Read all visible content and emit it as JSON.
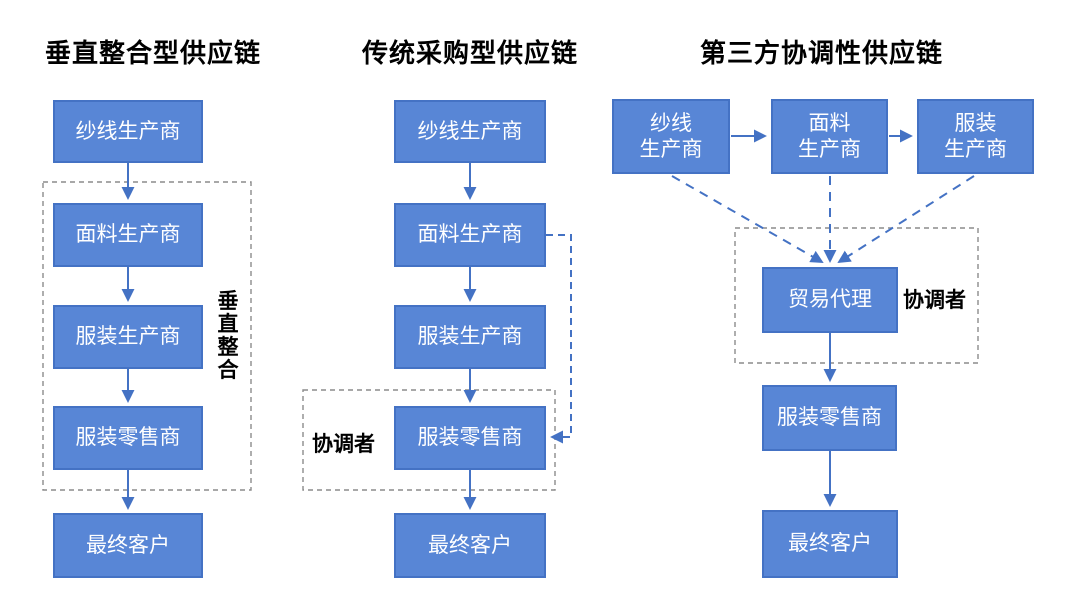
{
  "colors": {
    "box_fill": "#5886d6",
    "box_border": "#4472c4",
    "arrow": "#4472c4",
    "dashed_frame": "#8c8c8c",
    "box_text": "#ffffff",
    "label_text": "#000000"
  },
  "chain1": {
    "title": "垂直整合型供应链",
    "boxes": [
      "纱线生产商",
      "面料生产商",
      "服装生产商",
      "服装零售商",
      "最终客户"
    ],
    "frame_label": "垂直整合"
  },
  "chain2": {
    "title": "传统采购型供应链",
    "boxes": [
      "纱线生产商",
      "面料生产商",
      "服装生产商",
      "服装零售商",
      "最终客户"
    ],
    "frame_label": "协调者"
  },
  "chain3": {
    "title": "第三方协调性供应链",
    "top_boxes": [
      "纱线\n生产商",
      "面料\n生产商",
      "服装\n生产商"
    ],
    "agent_box": "贸易代理",
    "frame_label": "协调者",
    "lower_boxes": [
      "服装零售商",
      "最终客户"
    ]
  }
}
